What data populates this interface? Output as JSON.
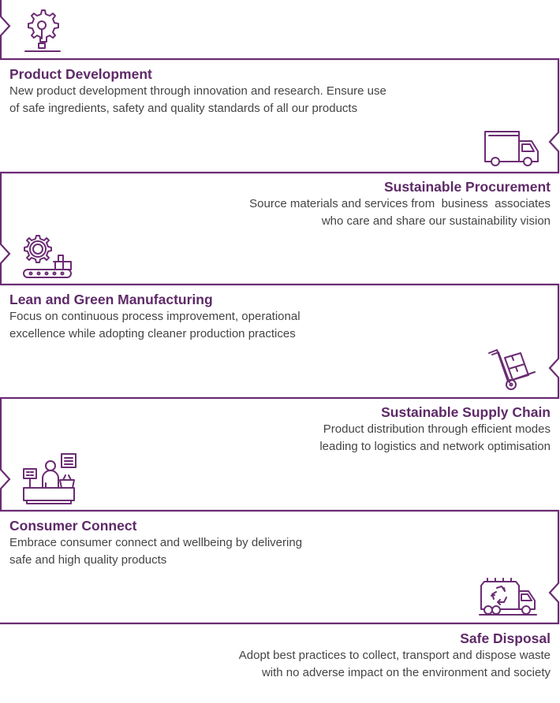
{
  "accent_color": "#6b2c73",
  "stages": [
    {
      "title": "Product Development",
      "desc_lines": [
        "New product development through innovation and research. Ensure use",
        "of safe ingredients, safety and quality standards of all our products"
      ],
      "icon": "lightbulb-gear-icon"
    },
    {
      "title": "Sustainable Procurement",
      "desc_lines": [
        "Source materials and services from  business  associates",
        "who care and share our sustainability vision"
      ],
      "icon": "delivery-truck-icon"
    },
    {
      "title": "Lean and Green Manufacturing",
      "desc_lines": [
        "Focus on continuous process improvement, operational",
        "excellence while adopting cleaner production practices"
      ],
      "icon": "gear-conveyor-icon"
    },
    {
      "title": "Sustainable Supply Chain",
      "desc_lines": [
        "Product distribution through efficient modes",
        "leading to logistics and network optimisation"
      ],
      "icon": "hand-truck-icon"
    },
    {
      "title": "Consumer Connect",
      "desc_lines": [
        "Embrace consumer connect and wellbeing by delivering",
        "safe and high quality products"
      ],
      "icon": "checkout-counter-icon"
    },
    {
      "title": "Safe Disposal",
      "desc_lines": [
        "Adopt best practices to collect, transport and dispose waste",
        "with no adverse impact on the environment and society"
      ],
      "icon": "recycling-truck-icon"
    }
  ]
}
